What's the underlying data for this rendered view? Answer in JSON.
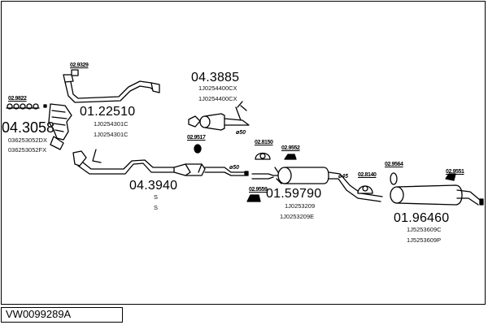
{
  "title": "VW0099289A",
  "parts": {
    "manifold": {
      "ref": "04.3058",
      "oe": [
        "036253052DX",
        "036253052FX"
      ],
      "gasket": "02.9822"
    },
    "front_pipe": {
      "ref": "01.22510",
      "oe": [
        "1J0254301C",
        "1J0254301C"
      ],
      "gasket": "02.9329"
    },
    "catalyst_upper": {
      "ref": "04.3885",
      "oe": [
        "1J0254400CX",
        "1J0254400CX"
      ],
      "seal": "02.9517",
      "diameter": "ø50"
    },
    "catalyst_main": {
      "ref": "04.3940",
      "oe": [
        "S",
        "S"
      ],
      "diameter": "ø50"
    },
    "middle_muffler": {
      "ref": "01.59790",
      "oe": [
        "1J0253209",
        "1J0253209E"
      ],
      "clamp": "02.8150",
      "hanger": "02.9552",
      "hanger2": "02.9559",
      "diameter": "ø45"
    },
    "rear_muffler": {
      "ref": "01.96460",
      "oe": [
        "1J5253609C",
        "1J5253609P"
      ],
      "clamp": "02.8140",
      "hanger": "02.9564",
      "hanger2": "02.9551"
    }
  },
  "colors": {
    "line": "#000000",
    "background": "#ffffff"
  }
}
